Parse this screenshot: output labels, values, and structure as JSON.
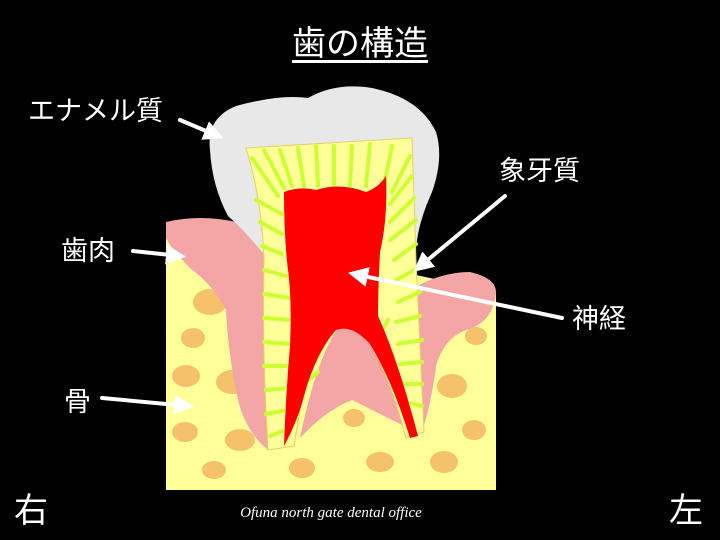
{
  "title": "歯の構造",
  "labels": {
    "enamel": "エナメル質",
    "dentin": "象牙質",
    "gum": "歯肉",
    "nerve": "神経",
    "bone": "骨"
  },
  "orientation": {
    "right": "右",
    "left": "左"
  },
  "footer": "Ofuna north gate dental office",
  "colors": {
    "background": "#000000",
    "enamel": "#e8e8e8",
    "dentin": "#ffff99",
    "dentin_tubules": "#ccff33",
    "pulp_nerve": "#ff0000",
    "gum": "#f4a5a5",
    "bone": "#ffff99",
    "bone_spots": "#f5c16b",
    "arrows": "#ffffff"
  }
}
